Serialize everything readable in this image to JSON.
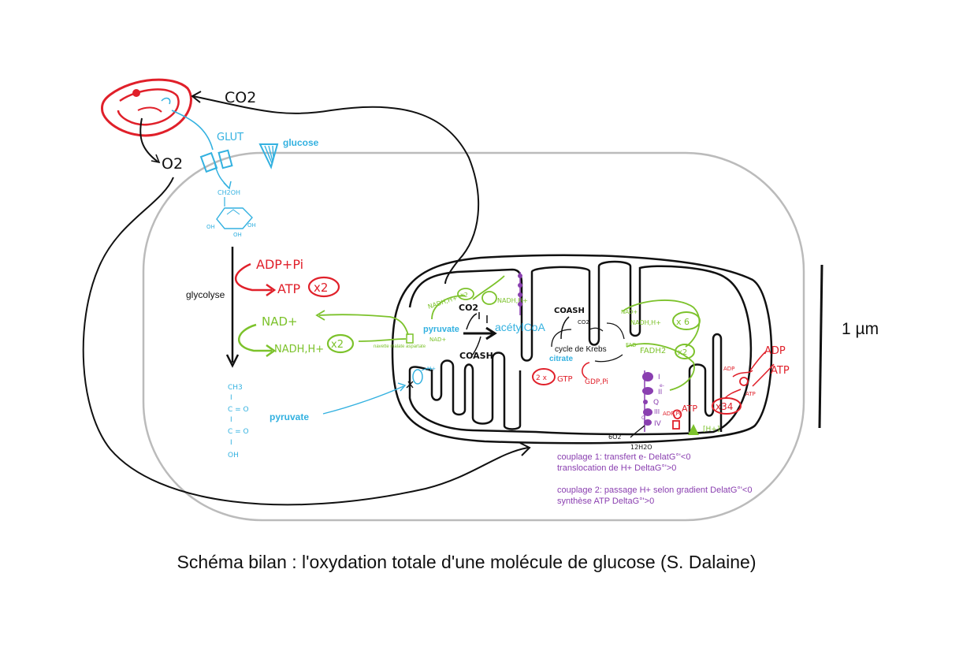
{
  "caption": "Schéma bilan : l'oxydation totale d'une molécule de glucose (S. Dalaine)",
  "scale_bar": {
    "label": "1 µm"
  },
  "colors": {
    "membrane": "#bbbbbb",
    "ink": "#111111",
    "blood": "#e0202a",
    "glucose": "#33b1e0",
    "redox": "#7cc22b",
    "energy": "#e0202a",
    "chain": "#8a3fb0"
  },
  "blood_cell": {
    "co2": "CO2",
    "o2": "O2"
  },
  "glucose_entry": {
    "transporter": "GLUT",
    "label": "glucose",
    "ch2oh": "CH2OH",
    "oh1": "OH",
    "oh2": "OH",
    "oh3": "OH"
  },
  "glycolysis": {
    "label": "glycolyse",
    "adp_pi": "ADP+Pi",
    "atp": "ATP",
    "atp_count": "x2",
    "nad": "NAD+",
    "nadh": "NADH,H+",
    "nadh_count": "x2"
  },
  "pyruvate_molecule": {
    "label": "pyruvate",
    "lines": [
      "CH3",
      "I",
      "C = O",
      "I",
      "C = O",
      "I",
      "OH"
    ]
  },
  "shuttle": {
    "label": "navette malate aspartate",
    "h_plus": "H+"
  },
  "matrix": {
    "pyruvate": "pyruvate",
    "nad": "NAD+",
    "nadh_left": "NADH,H+",
    "nadh_left_count": "x2",
    "nadh_right": "NADH,H+",
    "co2_a": "CO2",
    "coash_a": "COASH",
    "acetylcoa": "acétylCoA",
    "coash_b": "COASH",
    "co2_b": "CO2",
    "krebs": "cycle de Krebs",
    "citrate": "citrate",
    "gtp_count": "2 x",
    "gtp": "GTP",
    "gdp_pi": "GDP,Pi",
    "nad_k": "NAD+",
    "nadh_k": "NADH,H+",
    "nadh_k_count": "x 6",
    "fad": "FAD",
    "fadh": "FADH2",
    "fadh_count": "x2"
  },
  "chain": {
    "c1": "I",
    "c2": "II",
    "q": "Q",
    "c3": "III",
    "c4": "IV",
    "cytc": "C",
    "e_minus": "e-",
    "o2": "6O2",
    "water": "12H2O",
    "adp_pi": "ADP,Pi",
    "atp": "ATP",
    "atp_count": "x34",
    "h_plus": "[H+]"
  },
  "export": {
    "adp": "ADP",
    "atp": "ATP",
    "adp_in": "ADP",
    "atp_out": "ATP"
  },
  "coupling": {
    "line1": "couplage 1: transfert e- DelatG°'<0",
    "line2": "translocation de H+ DeltaG°'>0",
    "line3": "couplage 2: passage H+ selon gradient DelatG°'<0",
    "line4": "synthèse ATP DeltaG°'>0"
  }
}
